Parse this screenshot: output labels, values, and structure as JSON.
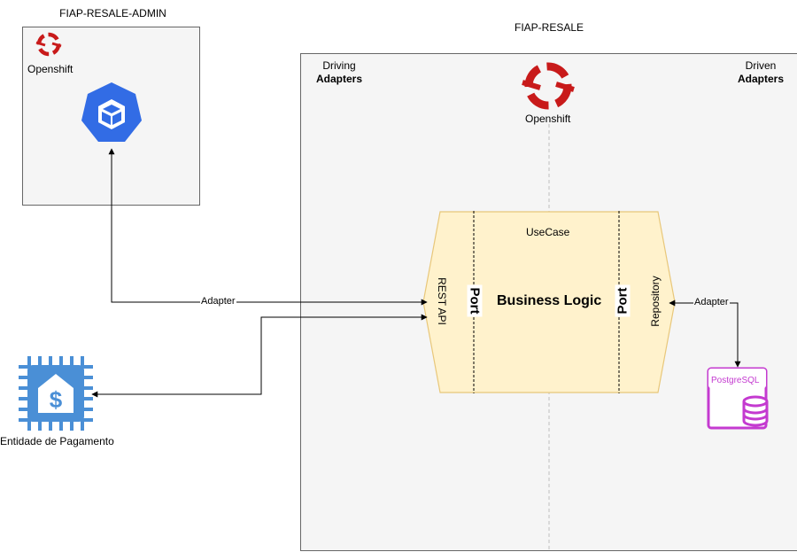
{
  "admin": {
    "title": "FIAP-RESALE-ADMIN",
    "openshift_label": "Openshift"
  },
  "resale": {
    "title": "FIAP-RESALE",
    "driving_line1": "Driving",
    "driving_line2": "Adapters",
    "driven_line1": "Driven",
    "driven_line2": "Adapters",
    "openshift_label": "Openshift"
  },
  "hexagon": {
    "usecase_label": "UseCase",
    "business_logic_label": "Business Logic",
    "left_port_label": "Port",
    "right_port_label": "Port",
    "rest_api_label": "REST API",
    "repository_label": "Repository"
  },
  "edges": {
    "admin_adapter_label": "Adapter",
    "db_adapter_label": "Adapter"
  },
  "payment": {
    "label": "Entidade de Pagamento"
  },
  "database": {
    "label": "PostgreSQL"
  },
  "colors": {
    "openshift_red": "#c81a1a",
    "kubernetes_blue": "#326ce5",
    "payment_blue": "#4a8fd6",
    "postgres_magenta": "#c43ad0",
    "hexagon_fill": "#fff2cc",
    "hexagon_stroke": "#e8c77a"
  }
}
